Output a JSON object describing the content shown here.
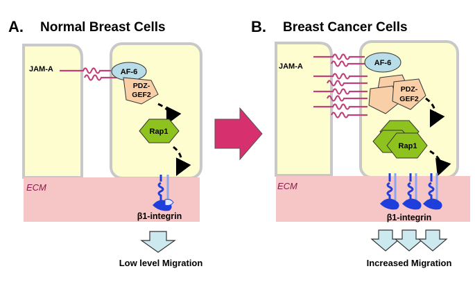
{
  "panel_a": {
    "letter": "A.",
    "title": "Normal Breast Cells",
    "jam_label": "JAM-A",
    "af6_label": "AF-6",
    "pdz_line1": "PDZ-",
    "pdz_line2": "GEF2",
    "rap1_label": "Rap1",
    "ecm_label": "ECM",
    "integrin_label": "β1-integrin",
    "migration_label": "Low level Migration"
  },
  "panel_b": {
    "letter": "B.",
    "title": "Breast Cancer Cells",
    "jam_label": "JAM-A",
    "af6_label": "AF-6",
    "pdz_line1": "PDZ-",
    "pdz_line2": "GEF2",
    "rap1_label": "Rap1",
    "ecm_label": "ECM",
    "integrin_label": "β1-integrin",
    "migration_label": "Increased Migration"
  },
  "colors": {
    "cell_fill": "#fdfdd0",
    "cell_border": "#c8c8c8",
    "ecm_fill": "#f6c6c6",
    "af6_fill": "#b8dce8",
    "pdz_fill": "#f9cfa8",
    "rap1_fill": "#8ec21f",
    "jam_color": "#c0407a",
    "integrin_color": "#1f3fdc",
    "big_arrow": "#d6306e",
    "down_arrow": "#cde9f0"
  }
}
